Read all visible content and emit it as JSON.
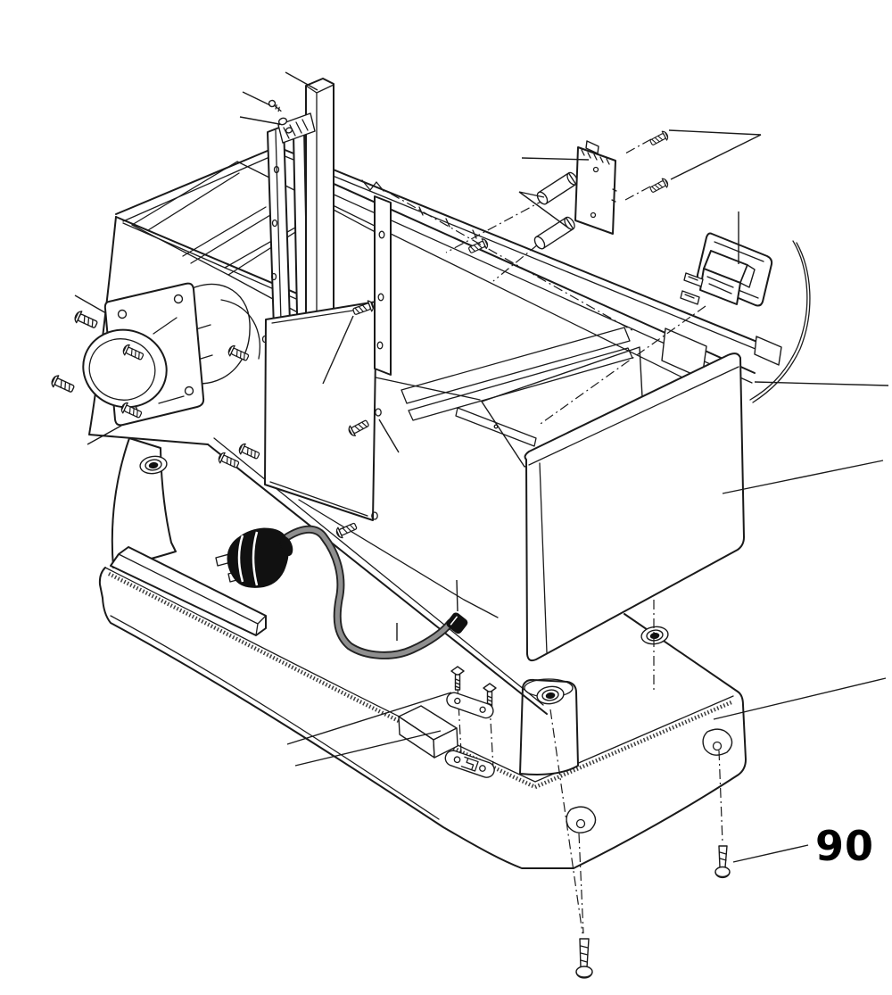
{
  "figure": {
    "kind": "exploded-parts-diagram",
    "subject": "tool base and motor housing assembly",
    "background": "#ffffff"
  },
  "callouts": [
    {
      "label": "90",
      "points_to": "base-mounting-screw-right"
    }
  ],
  "colors": {
    "line": "#1a1a1a",
    "cord_outline": "#222222",
    "cord_fill": "#8f8f8f",
    "plug": "#111111",
    "label": "#000000"
  },
  "parts": [
    "vertical-post",
    "post-clamp-screw",
    "post-clamp-nut",
    "guide-plate",
    "housing-body",
    "guide-rails",
    "table-plate",
    "right-cover",
    "motor-flange-plate",
    "motor-housing",
    "motor-bell-housing",
    "mounting-screws",
    "motor-mount-panel",
    "panel-screws",
    "pcb-mounting-plate",
    "standoff-spacers",
    "pcb-screws",
    "rocker-switch",
    "switch-wire",
    "power-cord",
    "power-plug",
    "cord-ferrule",
    "cord-clamp-bracket",
    "cord-clamp-screws",
    "cord-clamp-base",
    "strain-relief-block",
    "base",
    "base-feet",
    "counterbore-bosses",
    "keyhole-slots",
    "base-mounting-screw-front",
    "base-mounting-screw-right"
  ]
}
